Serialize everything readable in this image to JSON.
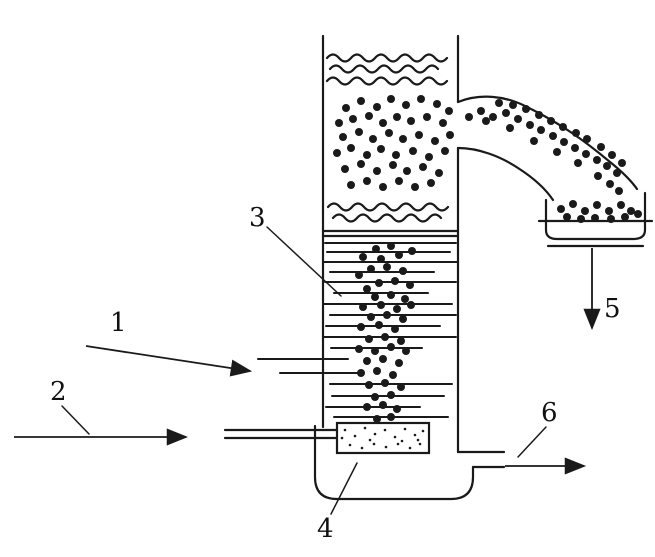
{
  "diagram": {
    "type": "schematic-flotation-column",
    "labels": {
      "1": "1",
      "2": "2",
      "3": "3",
      "4": "4",
      "5": "5",
      "6": "6"
    },
    "colors": {
      "ink": "#1a1a1a",
      "background": "#ffffff"
    }
  }
}
